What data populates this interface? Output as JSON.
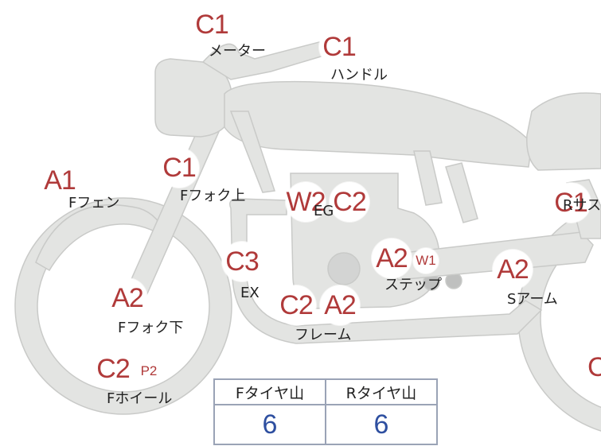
{
  "ratings": {
    "meter": "C1",
    "handle": "C1",
    "f_fork_upper": "C1",
    "f_fender": "A1",
    "engine_1": "W2",
    "engine_2": "C2",
    "r_suspension": "C1",
    "exhaust": "C3",
    "step_1": "A2",
    "step_2": "W1",
    "s_arm": "A2",
    "f_fork_lower": "A2",
    "frame_1": "C2",
    "frame_2": "A2",
    "f_wheel_1": "C2",
    "f_wheel_2": "P2",
    "r_wheel_partial": "C"
  },
  "labels": {
    "meter": "メーター",
    "handle": "ハンドル",
    "f_fork_upper": "Fフォク上",
    "f_fender": "Fフェン",
    "engine": "EG",
    "r_suspension": "Rサス",
    "exhaust": "EX",
    "step": "ステップ",
    "s_arm": "Sアーム",
    "f_fork_lower": "Fフォク下",
    "frame": "フレーム",
    "f_wheel": "Fホイール"
  },
  "tire_tread": {
    "headers": [
      "Fタイヤ山",
      "Rタイヤ山"
    ],
    "values": [
      "6",
      "6"
    ]
  },
  "colors": {
    "grade_text": "#b03a3a",
    "tread_value": "#2e4fa0",
    "bike_fill": "#e3e4e2",
    "bike_stroke": "#c9cac8"
  }
}
